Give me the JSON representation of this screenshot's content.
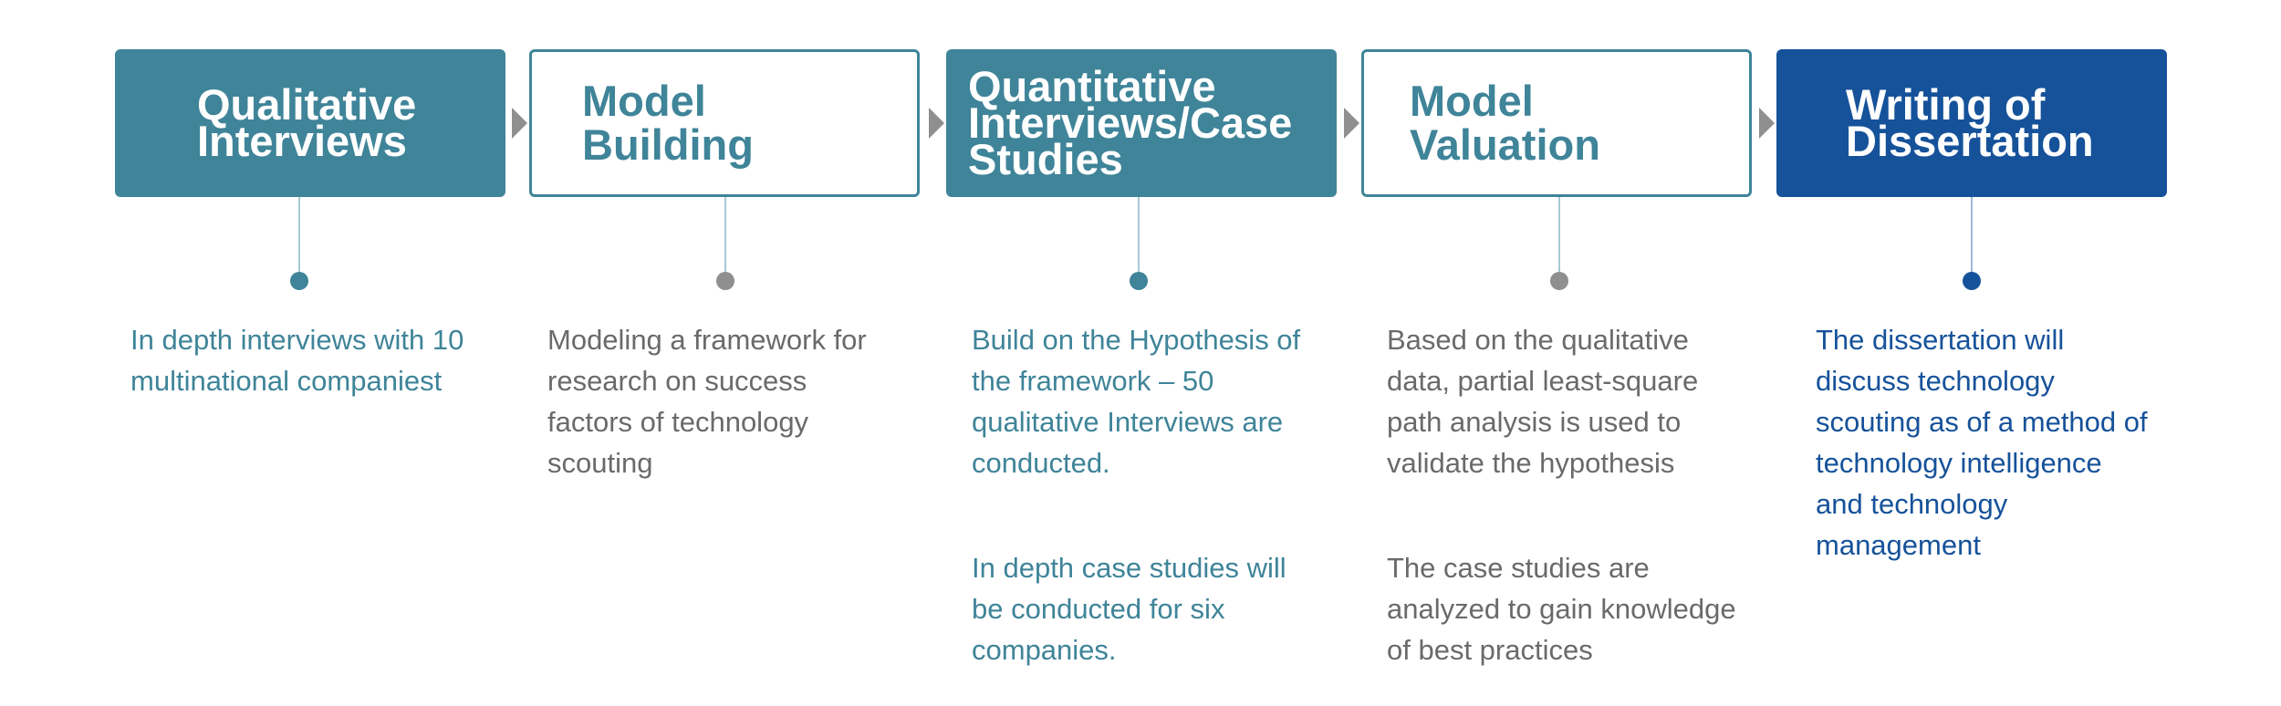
{
  "colors": {
    "teal": "#3f8499",
    "blue": "#16529a",
    "gray_text": "#6a6a6a",
    "gray_marker": "#8f8f8f"
  },
  "steps": [
    {
      "title": "Qualitative Interviews",
      "style": "filled",
      "box_color": "#3f8499",
      "marker_color": "#3f8499",
      "text_color": "#3f8499",
      "descriptions": [
        "In depth interviews with 10 multinational companiest"
      ]
    },
    {
      "title": "Model Building",
      "style": "outlined",
      "box_color": "#3f8499",
      "marker_color": "#8f8f8f",
      "text_color": "#6a6a6a",
      "descriptions": [
        "Modeling a framework for research on success factors of technology scouting"
      ]
    },
    {
      "title": "Quantitative Interviews/Case Studies",
      "style": "filled",
      "box_color": "#3f8499",
      "marker_color": "#3f8499",
      "text_color": "#3f8499",
      "descriptions": [
        "Build on the Hypothesis of the framework – 50 qualitative Interviews are conducted.",
        "In depth case studies will be conducted for six companies."
      ]
    },
    {
      "title": "Model Valuation",
      "style": "outlined",
      "box_color": "#3f8499",
      "marker_color": "#8f8f8f",
      "text_color": "#6a6a6a",
      "descriptions": [
        "Based on the qualitative data, partial least-square path analysis is used to validate the hypothesis",
        "The case studies are analyzed to gain knowledge of best practices"
      ]
    },
    {
      "title": "Writing of Dissertation",
      "style": "filled",
      "box_color": "#16529a",
      "marker_color": "#16529a",
      "text_color": "#16529a",
      "descriptions": [
        "The dissertation will discuss technology scouting as of a method of technology intelligence and technology management"
      ]
    }
  ]
}
